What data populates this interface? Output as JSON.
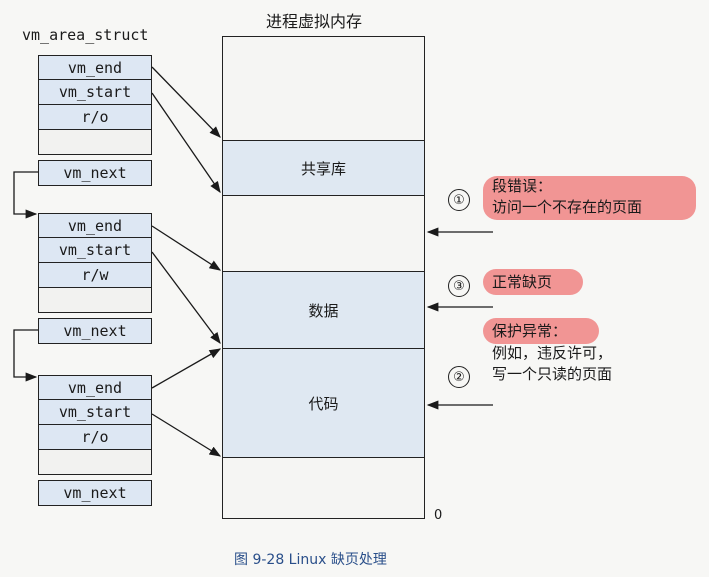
{
  "title": "进程虚拟内存",
  "struct_label": "vm_area_struct",
  "structs": [
    {
      "fields": [
        "vm_end",
        "vm_start",
        "r/o",
        "",
        "vm_next"
      ]
    },
    {
      "fields": [
        "vm_end",
        "vm_start",
        "r/w",
        "",
        "vm_next"
      ]
    },
    {
      "fields": [
        "vm_end",
        "vm_start",
        "r/o",
        "",
        "vm_next"
      ]
    }
  ],
  "regions": {
    "shared_lib": "共享库",
    "data": "数据",
    "code": "代码"
  },
  "zero_label": "0",
  "annotations": {
    "a1": {
      "marker": "①",
      "line1": "段错误：",
      "line2": "访问一个不存在的页面"
    },
    "a3": {
      "marker": "③",
      "line1": "正常缺页"
    },
    "a2": {
      "marker": "②",
      "line1": "保护异常：",
      "line2": "例如，违反许可，",
      "line3": "写一个只读的页面"
    }
  },
  "caption": "图 9-28   Linux 缺页处理",
  "colors": {
    "field_fill": "#dde7f3",
    "highlight": "#f08a8a"
  }
}
